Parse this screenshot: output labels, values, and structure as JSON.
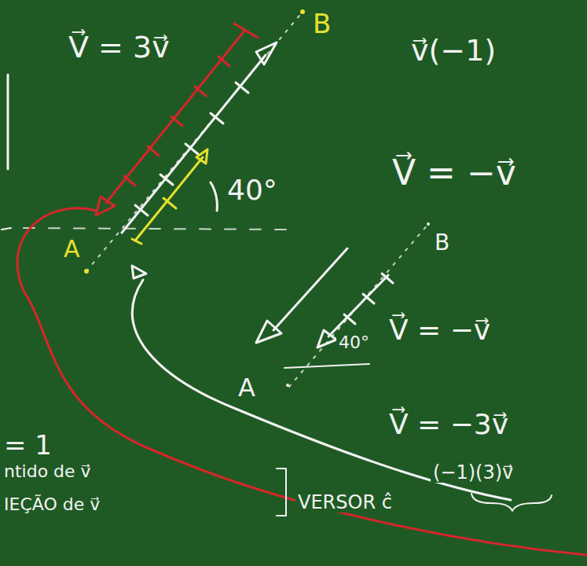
{
  "diagram": {
    "labels": [
      "B",
      "V⃗ = 3v⃗",
      "40°",
      "A",
      "v⃗(−1)",
      "V⃗ = −v⃗",
      "B",
      "40°",
      "V⃗ = −v⃗",
      "A",
      "V⃗ = −3v⃗",
      "(−1)(3)v⃗",
      "= 1",
      "ntido de v⃗",
      "IEÇÃO de v⃗",
      "VERSOR ĉ"
    ]
  }
}
